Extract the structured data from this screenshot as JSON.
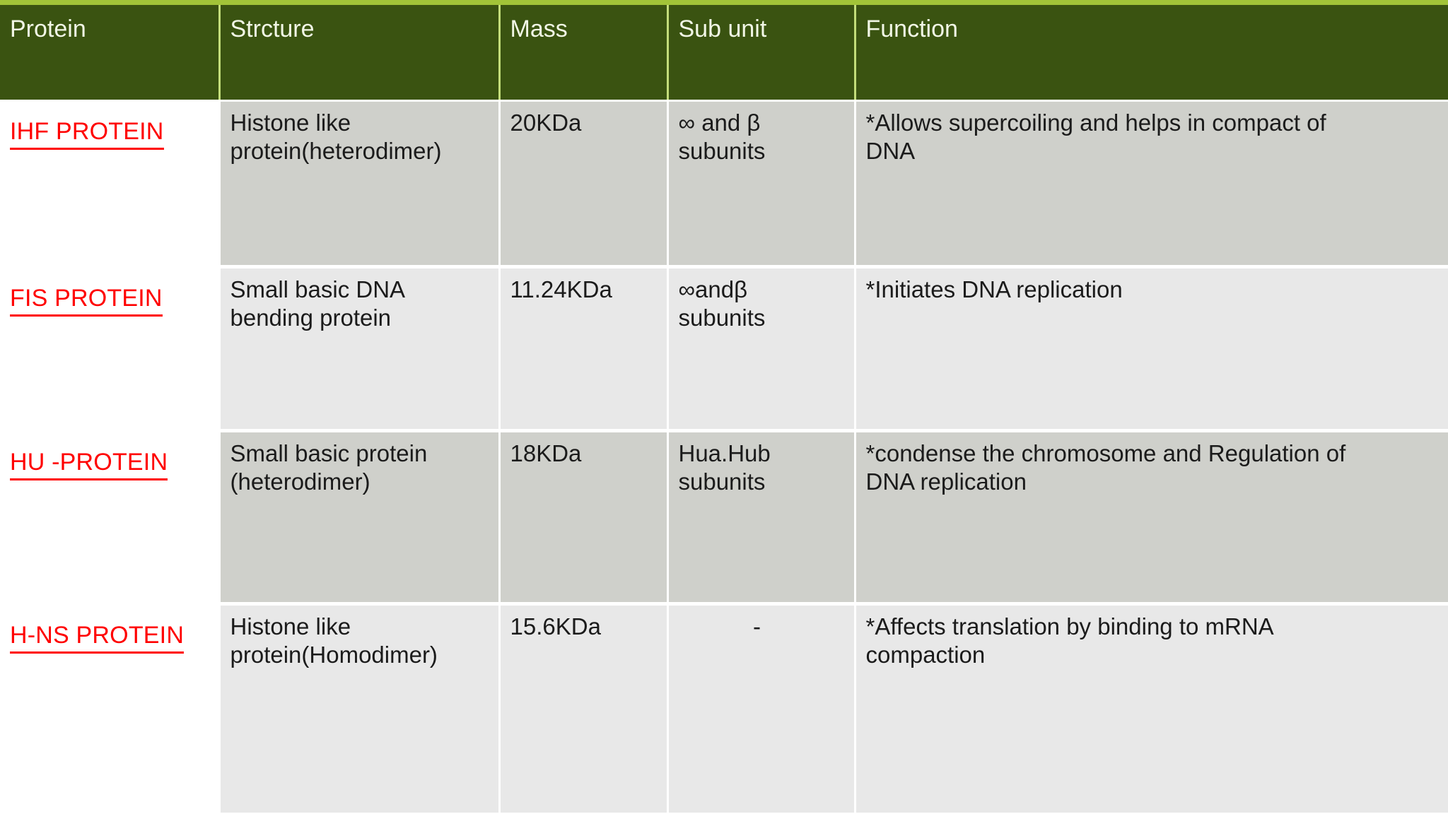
{
  "slide": {
    "accent_color": "#a2c438",
    "header_bg": "#3a5311",
    "header_text_color": "#f2f7e6",
    "protein_label_color": "#ff0000",
    "row_shade_dark": "#cfd0cb",
    "row_shade_light": "#e8e8e8"
  },
  "table": {
    "columns": [
      {
        "key": "protein",
        "label": "Protein"
      },
      {
        "key": "structure",
        "label": "Strcture"
      },
      {
        "key": "mass",
        "label": "Mass"
      },
      {
        "key": "subunit",
        "label": "Sub unit"
      },
      {
        "key": "function",
        "label": "Function"
      }
    ],
    "rows": [
      {
        "protein": "IHF PROTEIN",
        "structure_line1": "Histone like",
        "structure_line2": "protein(heterodimer)",
        "mass": "20KDa",
        "subunit_line1": "∞ and β",
        "subunit_line2": "subunits",
        "function_line1": "*Allows supercoiling and helps in compact of",
        "function_line2": "DNA"
      },
      {
        "protein": "FIS PROTEIN",
        "structure_line1": "Small basic DNA",
        "structure_line2": "bending protein",
        "mass": "11.24KDa",
        "subunit_line1": "∞andβ",
        "subunit_line2": "subunits",
        "function_line1": "*Initiates DNA replication",
        "function_line2": ""
      },
      {
        "protein": "HU -PROTEIN",
        "structure_line1": "Small basic protein",
        "structure_line2": "(heterodimer)",
        "mass": "18KDa",
        "subunit_line1": "Hua.Hub",
        "subunit_line2": "subunits",
        "function_line1": "*condense the chromosome and Regulation of",
        "function_line2": "DNA replication"
      },
      {
        "protein": "H-NS PROTEIN",
        "structure_line1": "Histone like",
        "structure_line2": "protein(Homodimer)",
        "mass": "15.6KDa",
        "subunit_line1": "-",
        "subunit_line2": "",
        "function_line1": "*Affects translation by binding to mRNA",
        "function_line2": "compaction"
      }
    ]
  }
}
